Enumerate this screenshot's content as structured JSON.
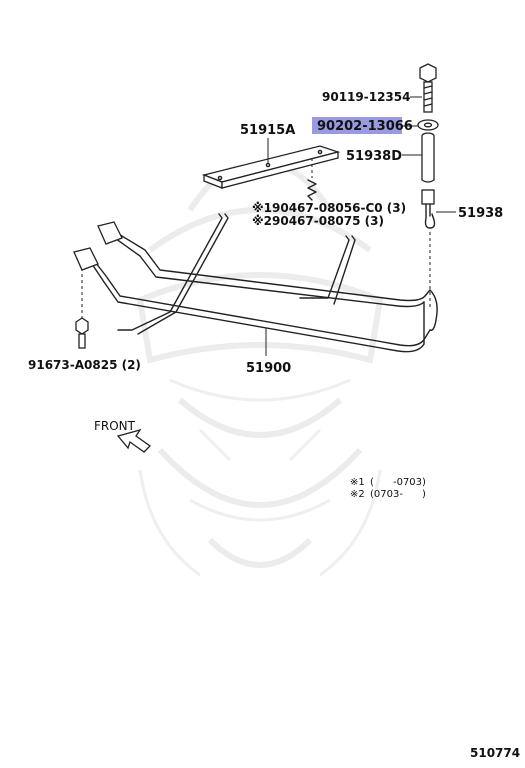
{
  "parts": {
    "bolt_top": "90119-12354",
    "washer_highlighted": "90202-13066",
    "plate": "51915A",
    "sleeve": "51938D",
    "hook": "51938",
    "clip_line1_mark": "※1",
    "clip_line1": "90467-08056-C0 (3)",
    "clip_line2_mark": "※2",
    "clip_line2": "90467-08075 (3)",
    "bolt_left": "91673-A0825 (2)",
    "frame": "51900"
  },
  "front_label": "FRONT",
  "notes": [
    {
      "mark": "※1",
      "text": "(      -0703)"
    },
    {
      "mark": "※2",
      "text": "(0703-      )"
    }
  ],
  "diagram_id": "510774",
  "colors": {
    "highlight": "#9a9ae0",
    "line": "#222222",
    "watermark": "#ececec"
  }
}
